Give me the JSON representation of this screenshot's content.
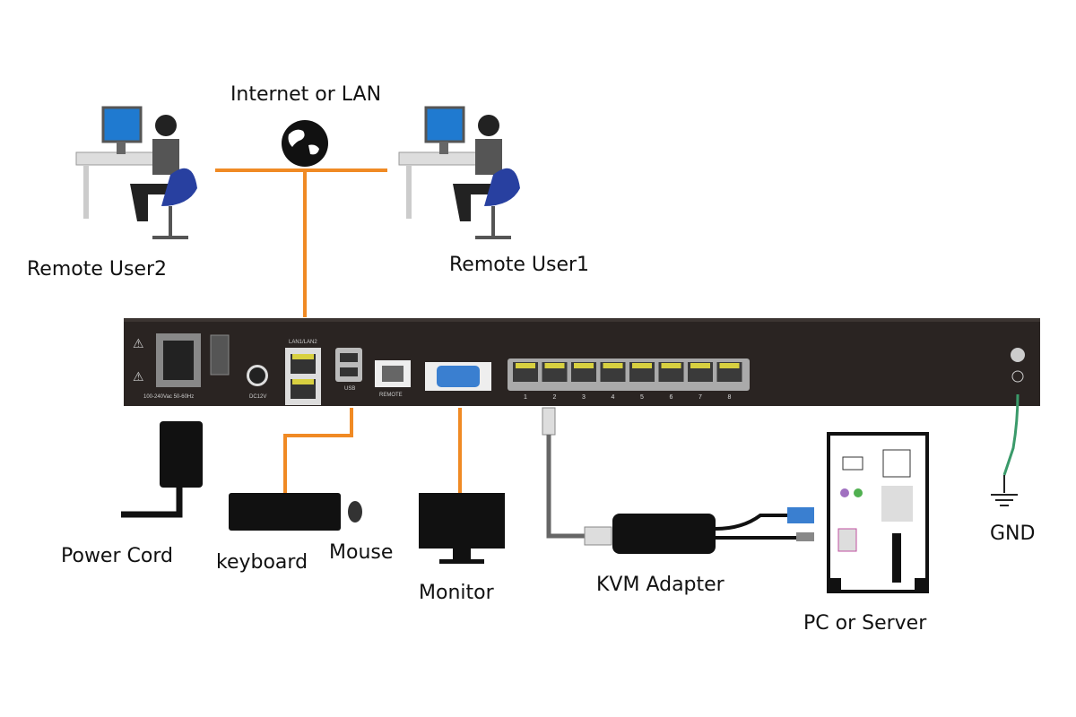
{
  "labels": {
    "network": "Internet or LAN",
    "user2": "Remote User2",
    "user1": "Remote User1",
    "power_cord": "Power Cord",
    "keyboard": "keyboard",
    "mouse": "Mouse",
    "monitor": "Monitor",
    "kvm_adapter": "KVM Adapter",
    "pc": "PC  or Server",
    "gnd": "GND"
  },
  "device": {
    "power_label": "100-240Vac 50-60Hz",
    "dc_label": "DC12V",
    "lan_label": "LAN1/LAN2",
    "usb_label": "USB",
    "remote_label": "REMOTE",
    "ports": [
      "1",
      "2",
      "3",
      "4",
      "5",
      "6",
      "7",
      "8"
    ]
  },
  "colors": {
    "cable": "#f08a24",
    "chassis": "#2a2422",
    "ground": "#3a9a6a",
    "vga": "#3a7fd0"
  }
}
